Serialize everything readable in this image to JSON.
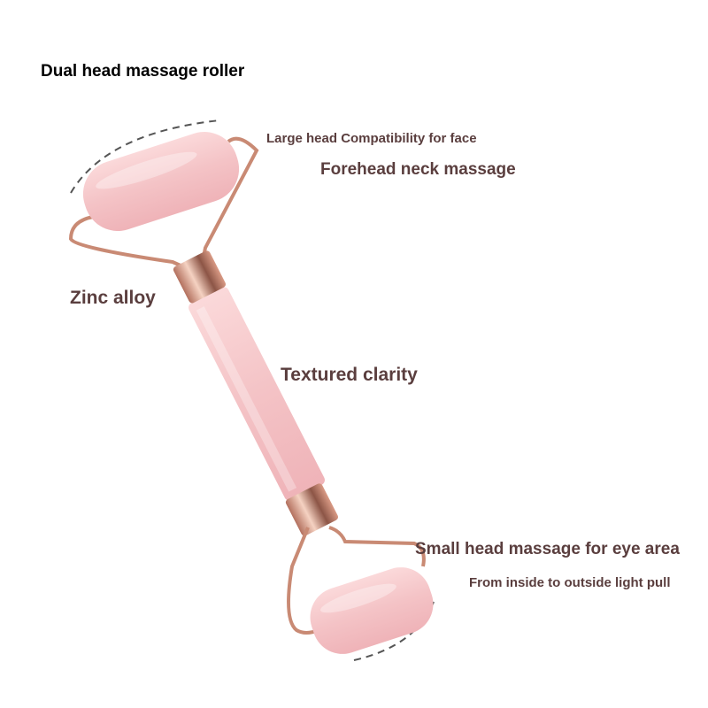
{
  "title": "Dual head massage roller",
  "labels": {
    "large_head": "Large head Compatibility for face",
    "forehead": "Forehead neck massage",
    "zinc": "Zinc alloy",
    "textured": "Textured clarity",
    "small_head": "Small head massage for eye area",
    "pull": "From inside to outside light pull"
  },
  "colors": {
    "text": "#5a3e3e",
    "quartz": "#f6c9cc",
    "metal": "#c98a74"
  }
}
